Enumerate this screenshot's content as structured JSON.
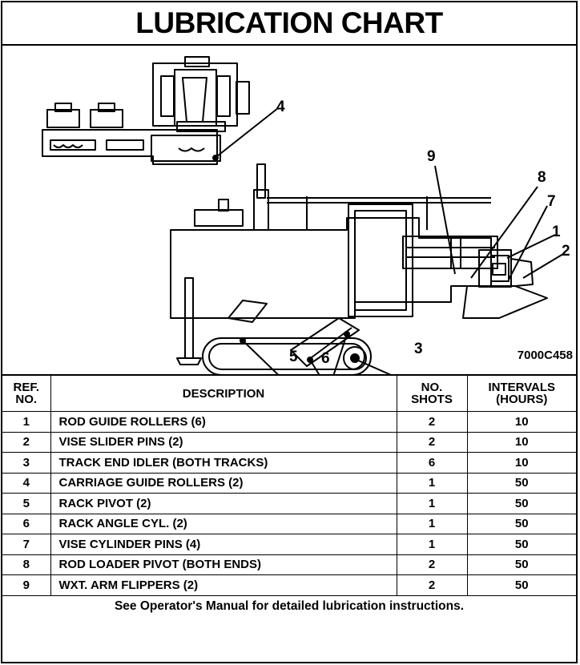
{
  "title": "LUBRICATION CHART",
  "figure_code": "7000C458",
  "callouts": {
    "c1": "1",
    "c2": "2",
    "c3": "3",
    "c4": "4",
    "c5": "5",
    "c6": "6",
    "c7": "7",
    "c8": "8",
    "c9": "9"
  },
  "table": {
    "headers": {
      "ref_line1": "REF.",
      "ref_line2": "NO.",
      "description": "DESCRIPTION",
      "shots_line1": "NO.",
      "shots_line2": "SHOTS",
      "intervals_line1": "INTERVALS",
      "intervals_line2": "(HOURS)"
    },
    "rows": [
      {
        "ref": "1",
        "description": "ROD GUIDE ROLLERS (6)",
        "shots": "2",
        "interval": "10"
      },
      {
        "ref": "2",
        "description": "VISE SLIDER PINS (2)",
        "shots": "2",
        "interval": "10"
      },
      {
        "ref": "3",
        "description": "TRACK END IDLER (BOTH TRACKS)",
        "shots": "6",
        "interval": "10"
      },
      {
        "ref": "4",
        "description": "CARRIAGE GUIDE ROLLERS (2)",
        "shots": "1",
        "interval": "50"
      },
      {
        "ref": "5",
        "description": "RACK PIVOT (2)",
        "shots": "1",
        "interval": "50"
      },
      {
        "ref": "6",
        "description": "RACK ANGLE CYL. (2)",
        "shots": "1",
        "interval": "50"
      },
      {
        "ref": "7",
        "description": "VISE CYLINDER PINS (4)",
        "shots": "1",
        "interval": "50"
      },
      {
        "ref": "8",
        "description": "ROD LOADER PIVOT (BOTH ENDS)",
        "shots": "2",
        "interval": "50"
      },
      {
        "ref": "9",
        "description": "WXT. ARM FLIPPERS (2)",
        "shots": "2",
        "interval": "50"
      }
    ],
    "footer_note": "See Operator's Manual for detailed lubrication instructions."
  }
}
